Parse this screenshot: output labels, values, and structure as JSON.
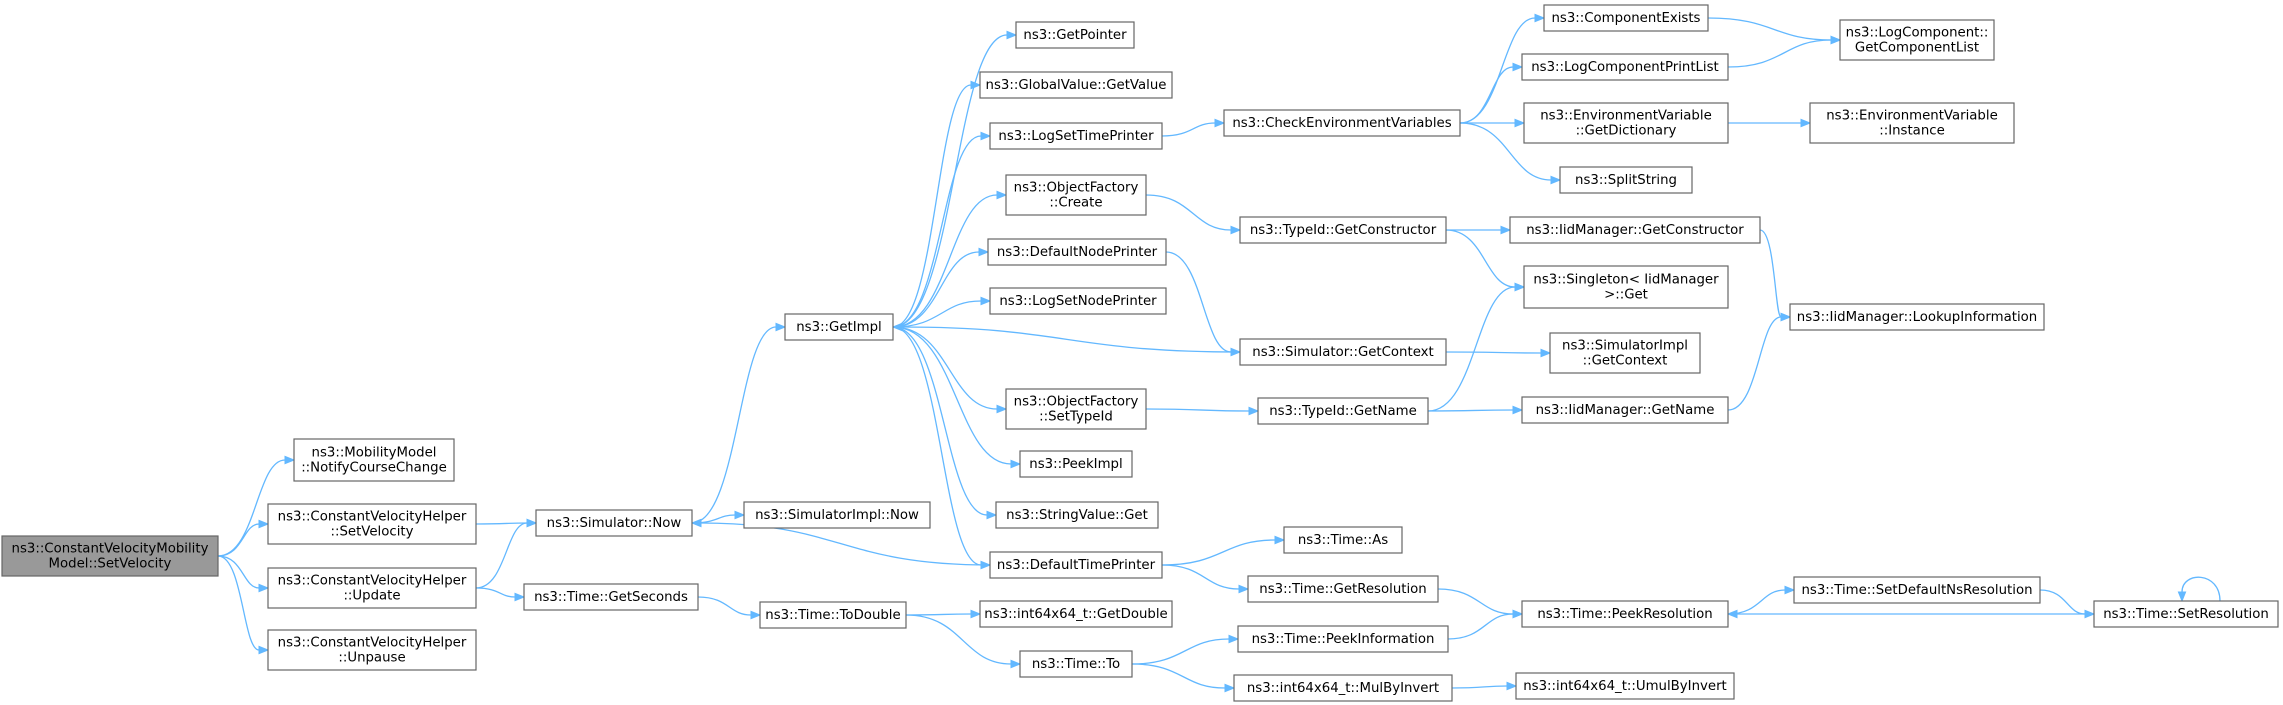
{
  "nodes": [
    {
      "id": "root",
      "lines": [
        "ns3::ConstantVelocityMobility",
        "Model::SetVelocity"
      ],
      "root": true,
      "name": "node-constantvelocitymobilitymodel-setvelocity"
    },
    {
      "id": "notify",
      "lines": [
        "ns3::MobilityModel",
        "::NotifyCourseChange"
      ],
      "name": "node-mobilitymodel-notifycoursechange"
    },
    {
      "id": "cvhSet",
      "lines": [
        "ns3::ConstantVelocityHelper",
        "::SetVelocity"
      ],
      "name": "node-constantvelocityhelper-setvelocity"
    },
    {
      "id": "cvhUpdate",
      "lines": [
        "ns3::ConstantVelocityHelper",
        "::Update"
      ],
      "name": "node-constantvelocityhelper-update"
    },
    {
      "id": "cvhUnpause",
      "lines": [
        "ns3::ConstantVelocityHelper",
        "::Unpause"
      ],
      "name": "node-constantvelocityhelper-unpause"
    },
    {
      "id": "simNow",
      "lines": [
        "ns3::Simulator::Now"
      ],
      "name": "node-simulator-now"
    },
    {
      "id": "getSeconds",
      "lines": [
        "ns3::Time::GetSeconds"
      ],
      "name": "node-time-getseconds"
    },
    {
      "id": "getImpl",
      "lines": [
        "ns3::GetImpl"
      ],
      "name": "node-getimpl"
    },
    {
      "id": "simImplNow",
      "lines": [
        "ns3::SimulatorImpl::Now"
      ],
      "name": "node-simulatorimpl-now"
    },
    {
      "id": "toDouble",
      "lines": [
        "ns3::Time::ToDouble"
      ],
      "name": "node-time-todouble"
    },
    {
      "id": "getPointer",
      "lines": [
        "ns3::GetPointer"
      ],
      "name": "node-getpointer"
    },
    {
      "id": "gvGetValue",
      "lines": [
        "ns3::GlobalValue::GetValue"
      ],
      "name": "node-globalvalue-getvalue"
    },
    {
      "id": "logSetTime",
      "lines": [
        "ns3::LogSetTimePrinter"
      ],
      "name": "node-logsettimeprinter"
    },
    {
      "id": "ofCreate",
      "lines": [
        "ns3::ObjectFactory",
        "::Create"
      ],
      "name": "node-objectfactory-create"
    },
    {
      "id": "defNodePrinter",
      "lines": [
        "ns3::DefaultNodePrinter"
      ],
      "name": "node-defaultnodeprinter"
    },
    {
      "id": "logSetNode",
      "lines": [
        "ns3::LogSetNodePrinter"
      ],
      "name": "node-logsetnodeprinter"
    },
    {
      "id": "ofSetTypeId",
      "lines": [
        "ns3::ObjectFactory",
        "::SetTypeId"
      ],
      "name": "node-objectfactory-settypeid"
    },
    {
      "id": "peekImpl",
      "lines": [
        "ns3::PeekImpl"
      ],
      "name": "node-peekimpl"
    },
    {
      "id": "svGet",
      "lines": [
        "ns3::StringValue::Get"
      ],
      "name": "node-stringvalue-get"
    },
    {
      "id": "defTimePrinter",
      "lines": [
        "ns3::DefaultTimePrinter"
      ],
      "name": "node-defaulttimeprinter"
    },
    {
      "id": "i64GetDouble",
      "lines": [
        "ns3::int64x64_t::GetDouble"
      ],
      "name": "node-int64x64-getdouble"
    },
    {
      "id": "timeTo",
      "lines": [
        "ns3::Time::To"
      ],
      "name": "node-time-to"
    },
    {
      "id": "checkEnv",
      "lines": [
        "ns3::CheckEnvironmentVariables"
      ],
      "name": "node-checkenvironmentvariables"
    },
    {
      "id": "tidGetCtor",
      "lines": [
        "ns3::TypeId::GetConstructor"
      ],
      "name": "node-typeid-getconstructor"
    },
    {
      "id": "simGetCtx",
      "lines": [
        "ns3::Simulator::GetContext"
      ],
      "name": "node-simulator-getcontext"
    },
    {
      "id": "tidGetName",
      "lines": [
        "ns3::TypeId::GetName"
      ],
      "name": "node-typeid-getname"
    },
    {
      "id": "timeAs",
      "lines": [
        "ns3::Time::As"
      ],
      "name": "node-time-as"
    },
    {
      "id": "timeGetRes",
      "lines": [
        "ns3::Time::GetResolution"
      ],
      "name": "node-time-getresolution"
    },
    {
      "id": "timePeekInfo",
      "lines": [
        "ns3::Time::PeekInformation"
      ],
      "name": "node-time-peekinformation"
    },
    {
      "id": "i64MulByInvert",
      "lines": [
        "ns3::int64x64_t::MulByInvert"
      ],
      "name": "node-int64x64-mulbyinvert"
    },
    {
      "id": "compExists",
      "lines": [
        "ns3::ComponentExists"
      ],
      "name": "node-componentexists"
    },
    {
      "id": "logCompPrintList",
      "lines": [
        "ns3::LogComponentPrintList"
      ],
      "name": "node-logcomponentprintlist"
    },
    {
      "id": "envGetDict",
      "lines": [
        "ns3::EnvironmentVariable",
        "::GetDictionary"
      ],
      "name": "node-environmentvariable-getdictionary"
    },
    {
      "id": "splitString",
      "lines": [
        "ns3::SplitString"
      ],
      "name": "node-splitstring"
    },
    {
      "id": "iidGetCtor",
      "lines": [
        "ns3::IidManager::GetConstructor"
      ],
      "name": "node-iidmanager-getconstructor"
    },
    {
      "id": "singletonGet",
      "lines": [
        "ns3::Singleton< IidManager",
        ">::Get"
      ],
      "name": "node-singleton-iidmanager-get"
    },
    {
      "id": "simImplGetCtx",
      "lines": [
        "ns3::SimulatorImpl",
        "::GetContext"
      ],
      "name": "node-simulatorimpl-getcontext"
    },
    {
      "id": "iidGetName",
      "lines": [
        "ns3::IidManager::GetName"
      ],
      "name": "node-iidmanager-getname"
    },
    {
      "id": "timePeekRes",
      "lines": [
        "ns3::Time::PeekResolution"
      ],
      "name": "node-time-peekresolution"
    },
    {
      "id": "i64UmulByInvert",
      "lines": [
        "ns3::int64x64_t::UmulByInvert"
      ],
      "name": "node-int64x64-umulbyinvert"
    },
    {
      "id": "logCompGetList",
      "lines": [
        "ns3::LogComponent::",
        "GetComponentList"
      ],
      "name": "node-logcomponent-getcomponentlist"
    },
    {
      "id": "envInstance",
      "lines": [
        "ns3::EnvironmentVariable",
        "::Instance"
      ],
      "name": "node-environmentvariable-instance"
    },
    {
      "id": "iidLookup",
      "lines": [
        "ns3::IidManager::LookupInformation"
      ],
      "name": "node-iidmanager-lookupinformation"
    },
    {
      "id": "timeSetDefNsRes",
      "lines": [
        "ns3::Time::SetDefaultNsResolution"
      ],
      "name": "node-time-setdefaultnsresolution"
    },
    {
      "id": "timeSetRes",
      "lines": [
        "ns3::Time::SetResolution"
      ],
      "name": "node-time-setresolution"
    }
  ],
  "edges": [
    [
      "root",
      "notify"
    ],
    [
      "root",
      "cvhSet"
    ],
    [
      "root",
      "cvhUpdate"
    ],
    [
      "root",
      "cvhUnpause"
    ],
    [
      "cvhSet",
      "simNow"
    ],
    [
      "cvhUpdate",
      "simNow"
    ],
    [
      "cvhUpdate",
      "getSeconds"
    ],
    [
      "simNow",
      "getImpl"
    ],
    [
      "simNow",
      "simImplNow"
    ],
    [
      "getSeconds",
      "toDouble"
    ],
    [
      "getImpl",
      "getPointer"
    ],
    [
      "getImpl",
      "gvGetValue"
    ],
    [
      "getImpl",
      "logSetTime"
    ],
    [
      "getImpl",
      "ofCreate"
    ],
    [
      "getImpl",
      "defNodePrinter"
    ],
    [
      "getImpl",
      "logSetNode"
    ],
    [
      "getImpl",
      "ofSetTypeId"
    ],
    [
      "getImpl",
      "peekImpl"
    ],
    [
      "getImpl",
      "svGet"
    ],
    [
      "getImpl",
      "defTimePrinter"
    ],
    [
      "toDouble",
      "i64GetDouble"
    ],
    [
      "toDouble",
      "timeTo"
    ],
    [
      "logSetTime",
      "checkEnv"
    ],
    [
      "ofCreate",
      "tidGetCtor"
    ],
    [
      "defNodePrinter",
      "simGetCtx"
    ],
    [
      "ofSetTypeId",
      "tidGetName"
    ],
    [
      "defTimePrinter",
      "simNow"
    ],
    [
      "defTimePrinter",
      "timeAs"
    ],
    [
      "defTimePrinter",
      "timeGetRes"
    ],
    [
      "timeTo",
      "timePeekInfo"
    ],
    [
      "timeTo",
      "i64MulByInvert"
    ],
    [
      "checkEnv",
      "compExists"
    ],
    [
      "checkEnv",
      "logCompPrintList"
    ],
    [
      "checkEnv",
      "envGetDict"
    ],
    [
      "checkEnv",
      "splitString"
    ],
    [
      "tidGetCtor",
      "iidGetCtor"
    ],
    [
      "tidGetCtor",
      "singletonGet"
    ],
    [
      "simGetCtx",
      "getImpl"
    ],
    [
      "simGetCtx",
      "simImplGetCtx"
    ],
    [
      "tidGetName",
      "singletonGet"
    ],
    [
      "tidGetName",
      "iidGetName"
    ],
    [
      "timeGetRes",
      "timePeekRes"
    ],
    [
      "timePeekInfo",
      "timePeekRes"
    ],
    [
      "i64MulByInvert",
      "i64UmulByInvert"
    ],
    [
      "compExists",
      "logCompGetList"
    ],
    [
      "logCompPrintList",
      "logCompGetList"
    ],
    [
      "envGetDict",
      "envInstance"
    ],
    [
      "iidGetCtor",
      "iidLookup"
    ],
    [
      "iidGetName",
      "iidLookup"
    ],
    [
      "timePeekRes",
      "timeSetDefNsRes"
    ],
    [
      "timeSetDefNsRes",
      "timeSetRes"
    ],
    [
      "timeSetRes",
      "timePeekRes"
    ],
    [
      "timeSetRes",
      "timeSetRes"
    ]
  ]
}
